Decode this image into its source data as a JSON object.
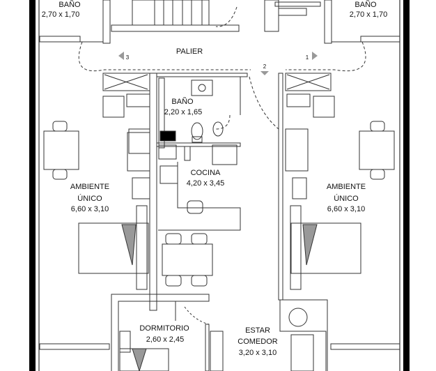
{
  "colors": {
    "line": "#333333",
    "wall": "#000000",
    "background": "#ffffff"
  },
  "landing": {
    "label": "PALIER",
    "arrows": [
      {
        "label": "3",
        "direction": "left"
      },
      {
        "label": "1",
        "direction": "right"
      },
      {
        "label": "2",
        "direction": "down"
      }
    ]
  },
  "rooms": {
    "bath_top_left": {
      "name": "BAÑO",
      "size": "2,70 x 1,70"
    },
    "bath_top_right": {
      "name": "BAÑO",
      "size": "2,70 x 1,70"
    },
    "bath_center": {
      "name": "BAÑO",
      "size": "2,20 x 1,65"
    },
    "kitchen": {
      "name": "COCINA",
      "size": "4,20 x 3,45"
    },
    "studio_left": {
      "name1": "AMBIENTE",
      "name2": "ÚNICO",
      "size": "6,60 x 3,10"
    },
    "studio_right": {
      "name1": "AMBIENTE",
      "name2": "ÚNICO",
      "size": "6,60 x 3,10"
    },
    "bedroom": {
      "name": "DORMITORIO",
      "size": "2,60 x 2,45"
    },
    "living": {
      "name1": "ESTAR",
      "name2": "COMEDOR",
      "size": "3,20 x 3,10"
    }
  }
}
